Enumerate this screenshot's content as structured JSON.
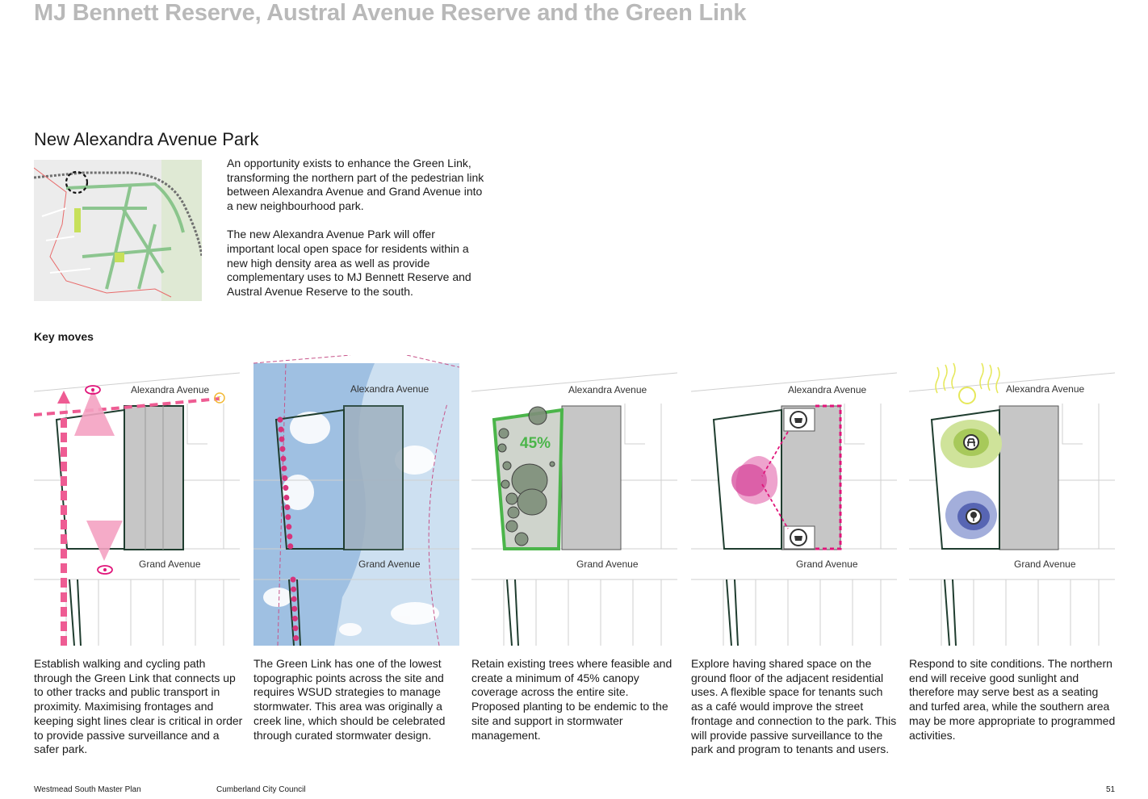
{
  "page": {
    "title": "MJ Bennett Reserve, Austral Avenue Reserve and the Green Link",
    "section_title": "New Alexandra Avenue Park",
    "intro_paragraphs": [
      "An opportunity exists to enhance the Green Link, transforming the northern part of the pedestrian link between Alexandra Avenue and Grand Avenue into a new neighbourhood park.",
      "The new Alexandra Avenue Park will offer important local open space for residents within a new high density area as well as provide complementary uses to MJ Bennett Reserve and Austral Avenue Reserve to the south."
    ],
    "key_moves_heading": "Key moves"
  },
  "diagrams": [
    {
      "street_top": "Alexandra Avenue",
      "street_bottom": "Grand Avenue",
      "caption": "Establish walking and cycling path through the Green Link that connects up to other tracks and public transport in proximity. Maximising frontages and keeping sight lines clear is critical in order to provide passive surveillance and a safer park."
    },
    {
      "street_top": "Alexandra Avenue",
      "street_bottom": "Grand Avenue",
      "caption": "The Green Link has one of the lowest topographic points across the site and requires WSUD strategies to manage stormwater. This area was originally a creek line, which should be celebrated through curated stormwater design."
    },
    {
      "street_top": "Alexandra Avenue",
      "street_bottom": "Grand Avenue",
      "canopy_label": "45%",
      "caption": "Retain existing trees where feasible and create a minimum of 45% canopy coverage across the entire site. Proposed planting to be endemic to the site and support in stormwater management."
    },
    {
      "street_top": "Alexandra Avenue",
      "street_bottom": "Grand Avenue",
      "caption": "Explore having shared space on the ground floor of the adjacent residential uses. A flexible space for tenants such as a café would improve the street frontage and connection to the park. This will provide passive surveillance to the park and program to tenants and users."
    },
    {
      "street_top": "Alexandra Avenue",
      "street_bottom": "Grand Avenue",
      "caption": "Respond to site conditions. The northern end will receive good sunlight and therefore may serve best as a seating and turfed area, while the southern area may be more appropriate to programmed activities."
    }
  ],
  "footer": {
    "document": "Westmead South Master Plan",
    "council": "Cumberland City Council",
    "page_number": "51"
  },
  "colors": {
    "title_grey": "#b9b9b9",
    "site_outline": "#1f3d2f",
    "building_fill": "#c6c6c6",
    "path_pink": "#ee5c93",
    "canopy_green": "#4bb54a",
    "water_blue": "#b9d3ea",
    "cafe_magenta": "#e0157a",
    "sun_yellow": "#e6e85a",
    "shade_blue": "#5765b3"
  }
}
